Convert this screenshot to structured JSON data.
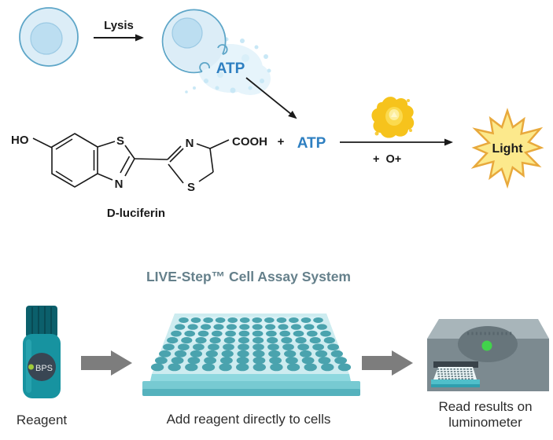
{
  "colors": {
    "atp_blue": "#2e7fc1",
    "ink": "#1a1a1a",
    "cell_fill": "#dcedf7",
    "cell_border": "#5ea6c8",
    "nucleus_fill": "#bcdef1",
    "title_gray": "#65808b",
    "star_fill": "#fce98c",
    "star_border": "#e8a93c",
    "enzyme_gold": "#f6c31c",
    "arrow_gray": "#7d7d7d",
    "bottle_teal": "#1793a0",
    "cap_teal": "#0b5f6b",
    "well_teal": "#4aa3ae",
    "green_indicator": "#41d34b"
  },
  "lysis": {
    "label": "Lysis",
    "released_label": "ATP"
  },
  "reaction": {
    "molecule_label": "D-luciferin",
    "atoms": {
      "ho": "HO",
      "s1": "S",
      "n1": "N",
      "n2": "N",
      "s2": "S",
      "cooh": "COOH"
    },
    "plus": "+",
    "atp": "ATP",
    "below_arrow": "+  O+",
    "product": "Light"
  },
  "workflow": {
    "title": "LIVE-Step™ Cell Assay System",
    "steps": [
      {
        "caption": "Reagent",
        "bottle_label": "BPS"
      },
      {
        "caption": "Add reagent directly to cells"
      },
      {
        "caption_line1": "Read results on",
        "caption_line2": "luminometer"
      }
    ]
  }
}
